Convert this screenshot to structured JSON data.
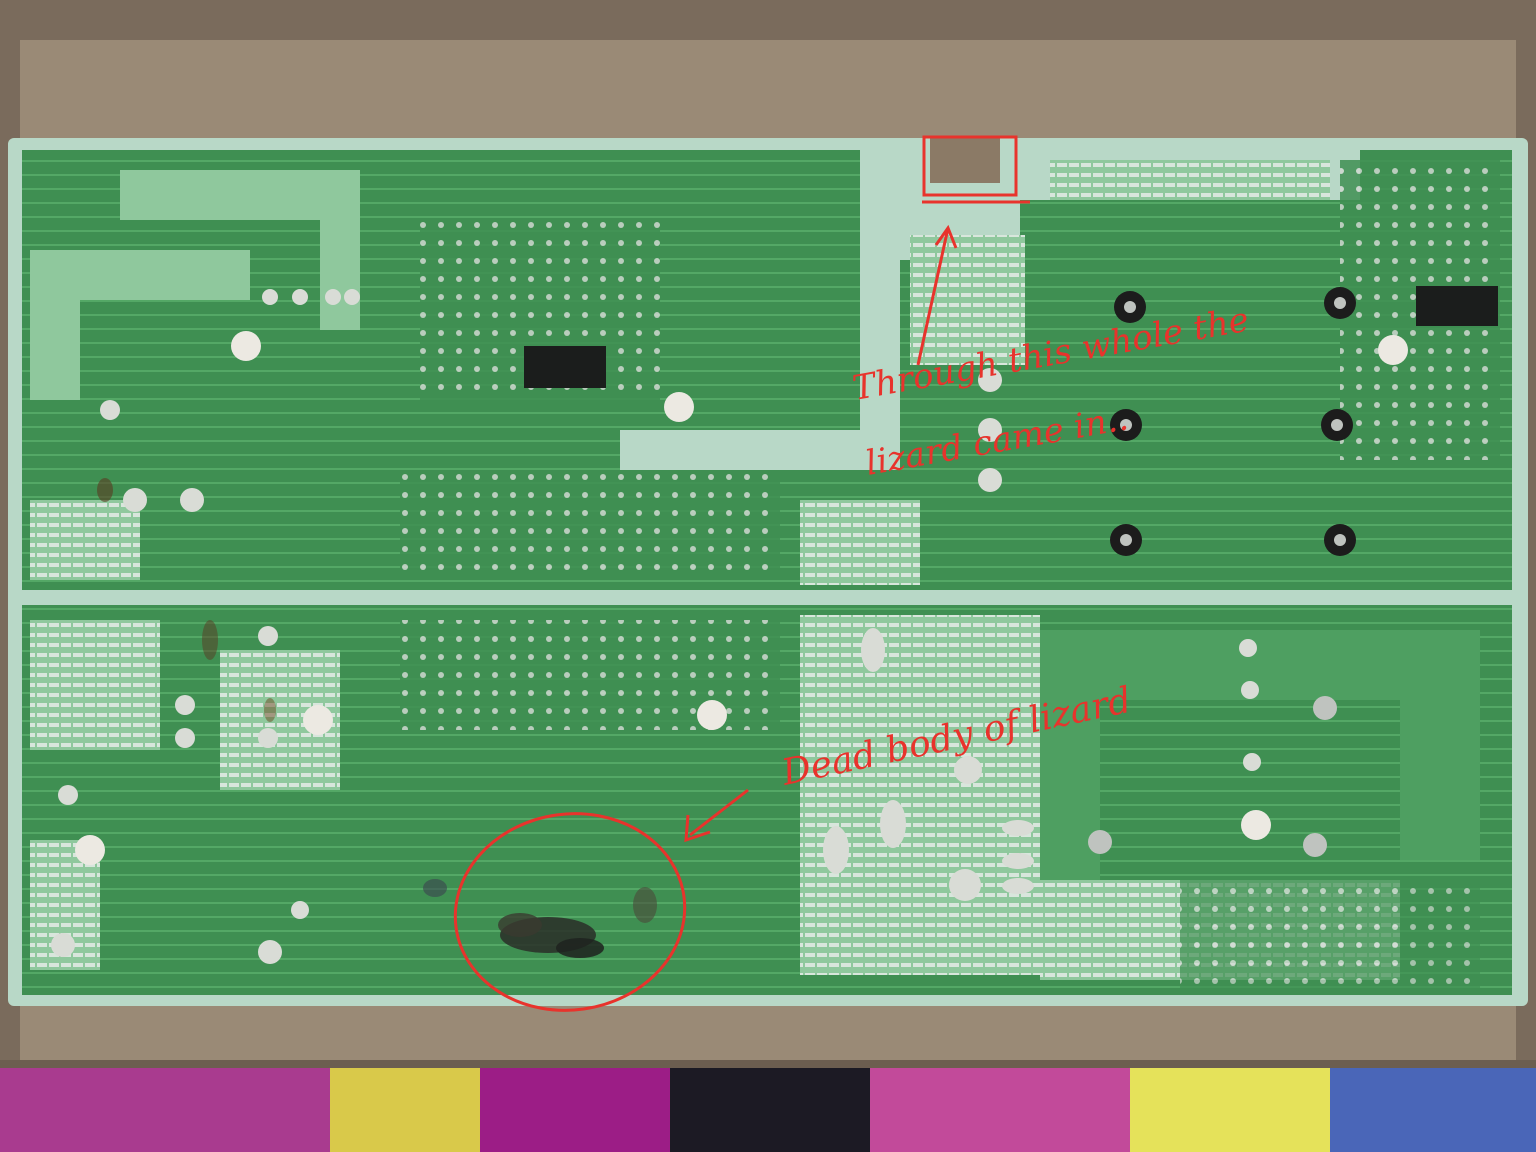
{
  "annotations": {
    "entry_note_line1": "Through this whole the",
    "entry_note_line2": "lizard came  in..",
    "body_note": "Dead body of lizard"
  },
  "colors": {
    "board_green": "#3f8f52",
    "board_green_light": "#8fc89d",
    "board_edge": "#b8d8c7",
    "box_cardboard": "#8a7a68",
    "annotation_red": "#e8332c",
    "solder": "#d9dcd6"
  }
}
